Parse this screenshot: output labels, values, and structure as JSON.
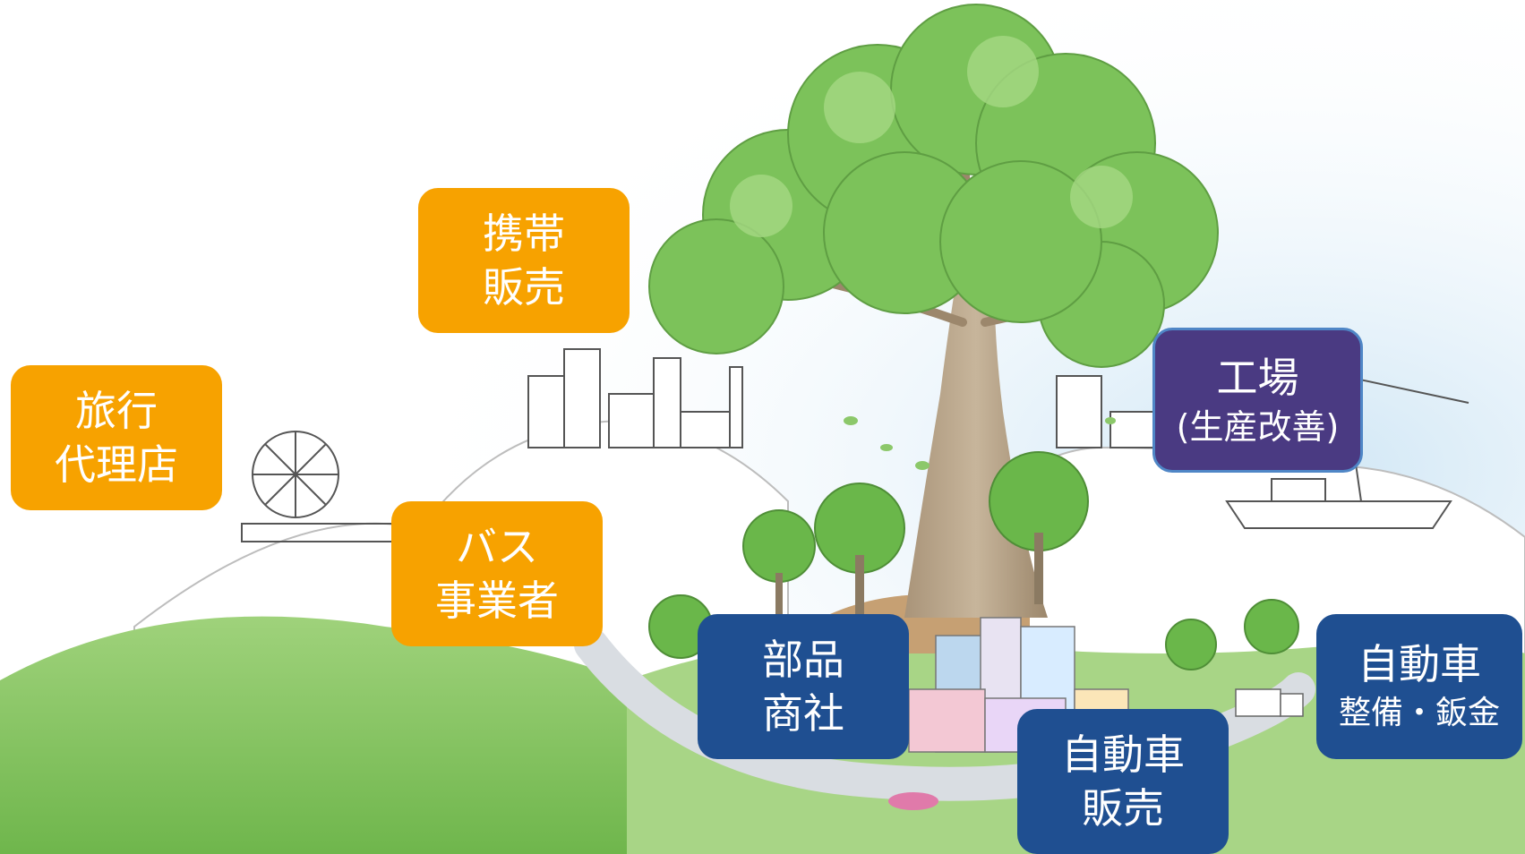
{
  "labels": {
    "travel": {
      "line1": "旅行",
      "line2": "代理店",
      "color": "#f7a200"
    },
    "mobile": {
      "line1": "携帯",
      "line2": "販売",
      "color": "#f7a200"
    },
    "bus": {
      "line1": "バス",
      "line2": "事業者",
      "color": "#f7a200"
    },
    "factory": {
      "line1": "工場",
      "line2": "(生産改善)",
      "color": "#4a3a82"
    },
    "parts": {
      "line1": "部品",
      "line2": "商社",
      "color": "#1f4f91"
    },
    "car_sales": {
      "line1": "自動車",
      "line2": "販売",
      "color": "#1f4f91"
    },
    "car_repair": {
      "line1": "自動車",
      "line2": "整備・鈑金",
      "color": "#1f4f91"
    }
  },
  "illustration": {
    "description_icons": [
      "tree-icon",
      "ferris-wheel-icon",
      "factory-icon",
      "city-buildings-icon",
      "ship-icon",
      "truck-icon",
      "car-icon"
    ],
    "colors": {
      "hill": "#8cc86a",
      "foliage": "#7cc25a",
      "trunk": "#b9a48a",
      "sky": "#eaf3fa"
    }
  }
}
